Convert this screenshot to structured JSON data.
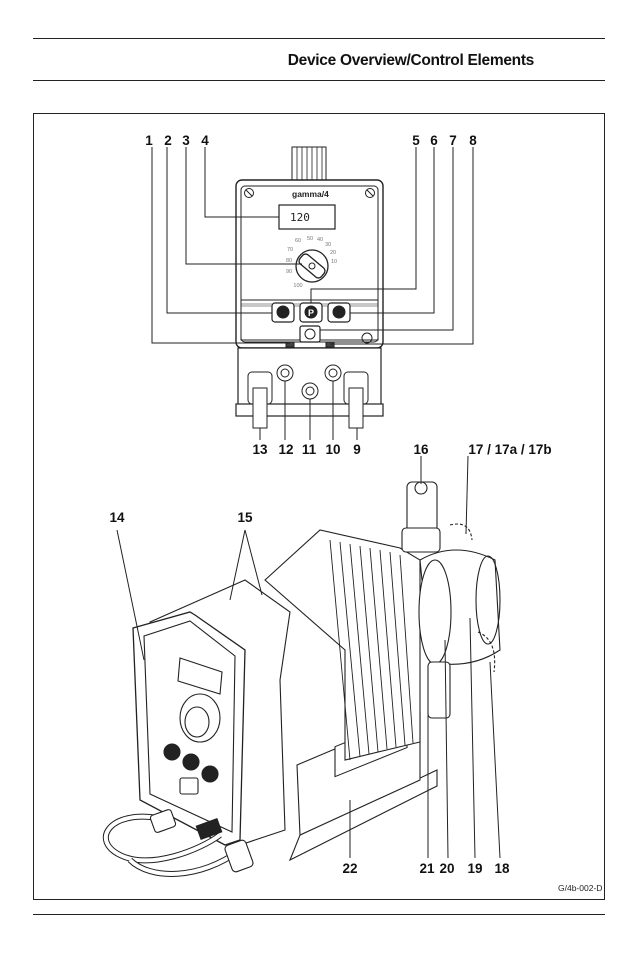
{
  "header": {
    "title": "Device Overview/Control Elements"
  },
  "figure": {
    "reference": "G/4b-002-D",
    "brand": "gamma/4",
    "display_value": "120",
    "dial_scale": [
      "10",
      "20",
      "30",
      "40",
      "50",
      "60",
      "70",
      "80",
      "90",
      "100"
    ],
    "callouts_top": [
      "1",
      "2",
      "3",
      "4",
      "5",
      "6",
      "7",
      "8"
    ],
    "callouts_mid": [
      "13",
      "12",
      "11",
      "10",
      "9",
      "16",
      "17 / 17a / 17b"
    ],
    "callouts_bottom": [
      "14",
      "15",
      "22",
      "21",
      "20",
      "19",
      "18"
    ]
  }
}
